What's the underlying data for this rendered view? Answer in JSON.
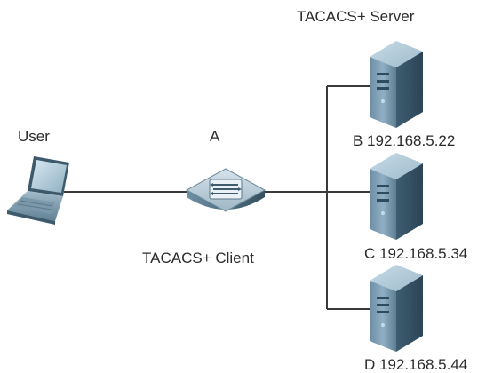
{
  "labels": {
    "server_group": "TACACS+ Server",
    "user": "User",
    "switch_name": "A",
    "client_role": "TACACS+ Client"
  },
  "servers": [
    {
      "text": "B 192.168.5.22"
    },
    {
      "text": "C 192.168.5.34"
    },
    {
      "text": "D 192.168.5.44"
    }
  ],
  "icons": {
    "user_device": "laptop-icon",
    "network_device": "switch-icon",
    "servers": "server-tower-icon"
  },
  "colors": {
    "link": "#3a3a3a",
    "text": "#2b2b2b",
    "device_body": "#5b7e95",
    "device_dark": "#2f4b5e",
    "device_light": "#a9c3d3"
  }
}
